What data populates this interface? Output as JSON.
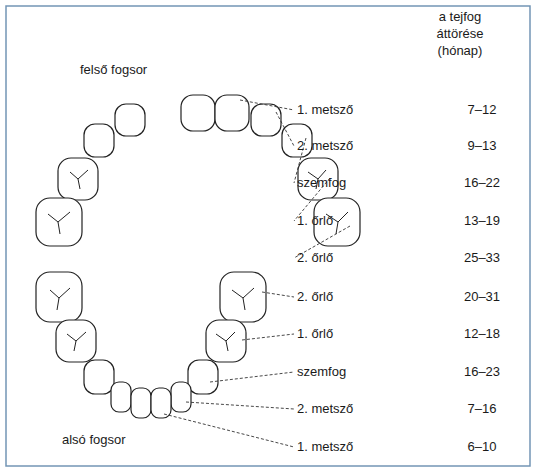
{
  "diagram": {
    "labels": [
      "a tejfog áttörése (hónap)",
      "felső fogsor",
      "1. metsző",
      "7–12",
      "2. metsző",
      "9–13",
      "szemfog",
      "16–22",
      "1. őrlő",
      "13–19",
      "2. őrlő",
      "25–33",
      "2. őrlő",
      "20–31",
      "1. őrlő",
      "12–18",
      "szemfog",
      "16–23",
      "2. metsző",
      "7–16",
      "1. metsző",
      "6–10",
      "alsó fogsor"
    ]
  }
}
